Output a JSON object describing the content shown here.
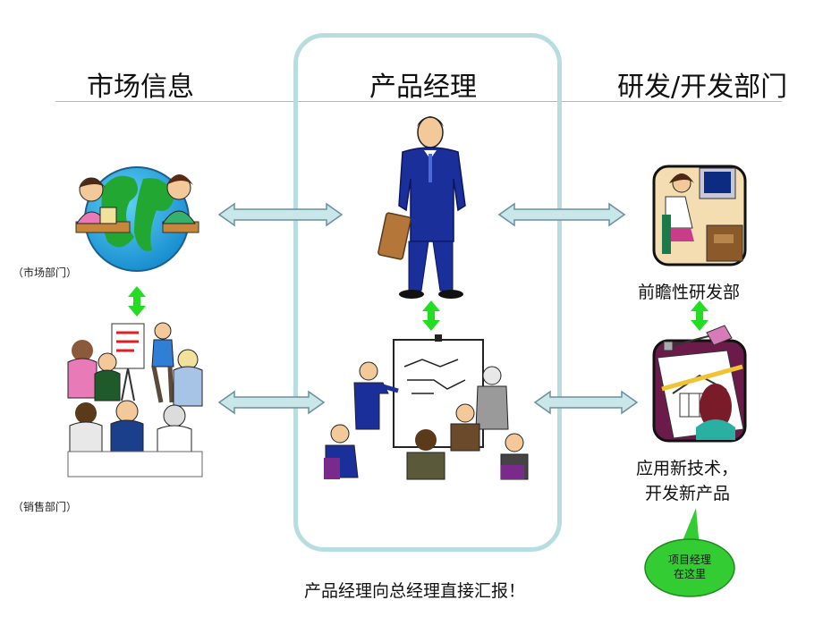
{
  "headers": {
    "market": "市场信息",
    "pm": "产品经理",
    "rd": "研发/开发部门"
  },
  "left_labels": {
    "market_dept": "（市场部门）",
    "sales_dept": "（销售部门）"
  },
  "right_labels": {
    "advanced_rd": "前瞻性研发部",
    "apply_tech_line1": "应用新技术，",
    "apply_tech_line2": "开发新产品"
  },
  "bubble": {
    "line1": "项目经理",
    "line2": "在这里"
  },
  "footer": "产品经理向总经理直接汇报！",
  "colors": {
    "frame": "#b8dde0",
    "arrow_fill": "#c9e6e8",
    "arrow_stroke": "#6b8fa0",
    "green_arrow": "#22dd22",
    "bubble": "#33cc33",
    "divider": "#9fb6c8"
  }
}
